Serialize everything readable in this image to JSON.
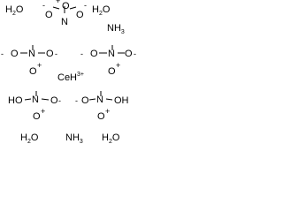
{
  "molecules": {
    "water_top_left": {
      "main": "H",
      "sub": "2",
      "tail": "O"
    },
    "nitrate_top": {
      "left_charge": "-",
      "left": "O",
      "center": "N",
      "right": "O",
      "right_charge": "-",
      "top": "O",
      "top_charge": "+"
    },
    "water_top_right": {
      "main": "H",
      "sub": "2",
      "tail": "O"
    },
    "ammonia_top": {
      "main": "NH",
      "sub": "3"
    },
    "nitrate_mid_left": {
      "left_charge": "-",
      "left": "O",
      "center": "N",
      "right": "O",
      "right_charge": "-",
      "top": "O",
      "top_charge": "+"
    },
    "nitrate_mid_right": {
      "left_charge": "-",
      "left": "O",
      "center": "N",
      "right": "O",
      "right_charge": "-",
      "top": "O",
      "top_charge": "+"
    },
    "cerium": {
      "main": "CeH",
      "sup": "3+"
    },
    "nitric_acid_left": {
      "left": "HO",
      "center": "N",
      "right": "O",
      "right_charge": "-",
      "top": "O",
      "top_charge": "+"
    },
    "nitric_acid_right": {
      "left_charge": "-",
      "left": "O",
      "center": "N",
      "right": "OH",
      "top": "O",
      "top_charge": "+"
    },
    "water_bottom_left": {
      "main": "H",
      "sub": "2",
      "tail": "O"
    },
    "ammonia_bottom": {
      "main": "NH",
      "sub": "3"
    },
    "water_bottom_right": {
      "main": "H",
      "sub": "2",
      "tail": "O"
    }
  },
  "colors": {
    "text": "#000000",
    "background": "#ffffff"
  }
}
